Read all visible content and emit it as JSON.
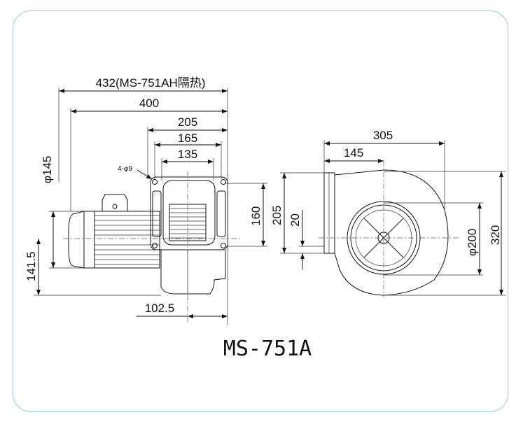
{
  "drawing": {
    "title": "MS-751A",
    "front_view": {
      "overall_length_insulated": "432(MS-751AH隔热)",
      "overall_length": "400",
      "flange_width": "205",
      "hole_pitch": "165",
      "outlet_width": "135",
      "mount_holes": "4-φ9",
      "motor_diameter": "φ145",
      "shaft_height": "141.5",
      "center_offset": "102.5",
      "hole_pitch_vertical": "160"
    },
    "side_view": {
      "overall_width": "305",
      "inlet_offset": "145",
      "outlet_height": "205",
      "outlet_offset": "20",
      "inlet_diameter": "φ200",
      "overall_height": "320"
    }
  }
}
